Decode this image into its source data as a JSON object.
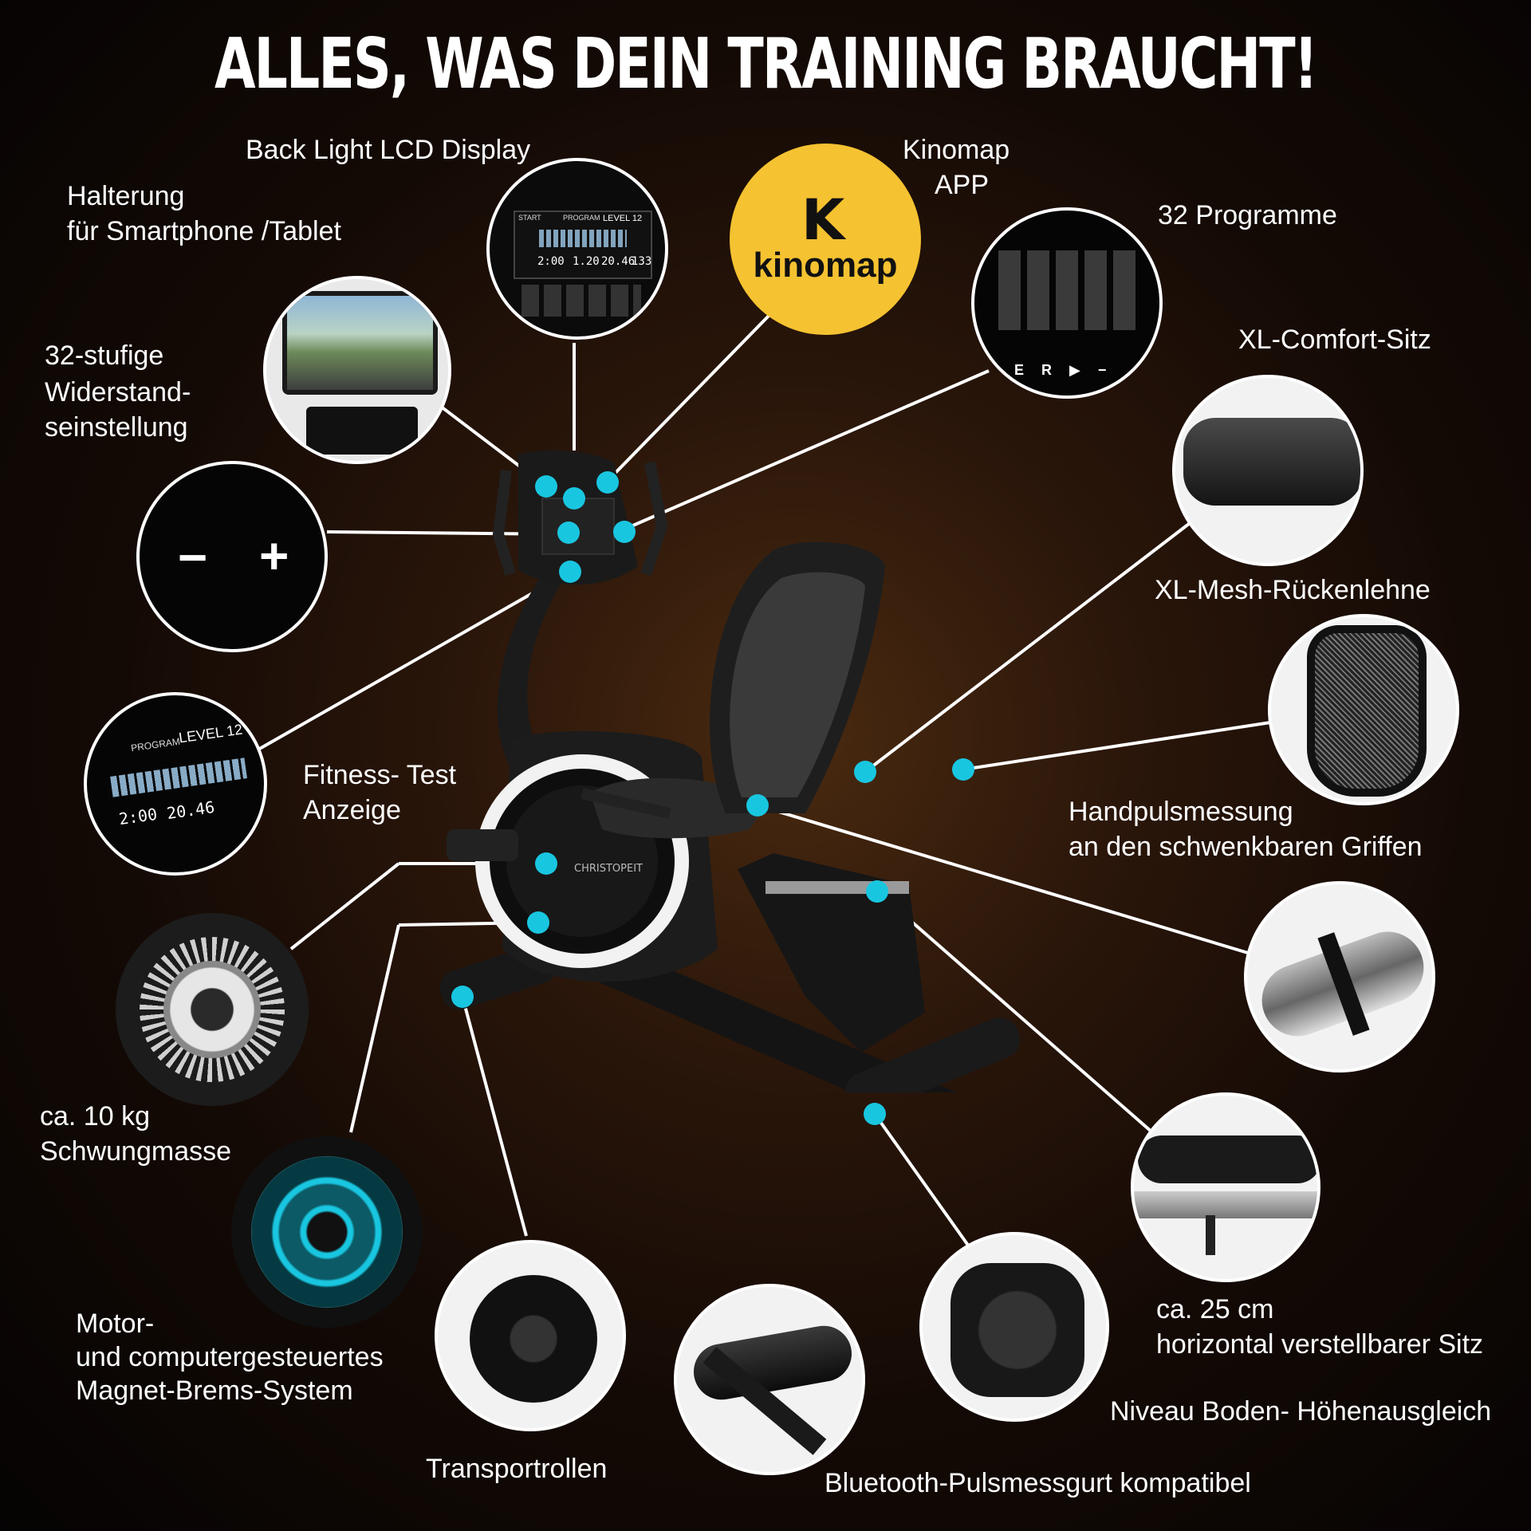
{
  "title": "ALLES, WAS DEIN TRAINING BRAUCHT!",
  "labels": {
    "backlight": "Back Light LCD Display",
    "kinomap_1": "Kinomap",
    "kinomap_2": "APP",
    "halterung_1": "Halterung",
    "halterung_2": "für Smartphone /Tablet",
    "programme": "32 Programme",
    "comfort": "XL-Comfort-Sitz",
    "wider_1": "32-stufige",
    "wider_2": "Widerstand-",
    "wider_3": "seinstellung",
    "mesh": "XL-Mesh-Rückenlehne",
    "fitness_1": "Fitness- Test",
    "fitness_2": "Anzeige",
    "hand_1": "Handpulsmessung",
    "hand_2": "an den schwenkbaren Griffen",
    "schwung_1": "ca. 10 kg",
    "schwung_2": "Schwungmasse",
    "motor_1": "Motor-",
    "motor_2": "und computergesteuertes",
    "motor_3": "Magnet-Brems-System",
    "sitz_1": "ca. 25 cm",
    "sitz_2": "horizontal verstellbarer Sitz",
    "niveau": "Niveau Boden- Höhenausgleich",
    "transport": "Transportrollen",
    "bluetooth": "Bluetooth-Pulsmessgurt kompatibel"
  },
  "kinomap_logo": "kinomap",
  "display": {
    "program": "PROGRAM",
    "level": "LEVEL 12",
    "time": "2:00",
    "dist": "1.20",
    "cal": "20.46",
    "target": "133",
    "start": "START"
  },
  "resistance": {
    "minus": "−",
    "plus": "+"
  },
  "brand": "CHRISTOPEIT",
  "colors": {
    "accent": "#19c6e0",
    "kinomap": "#f5c231"
  }
}
